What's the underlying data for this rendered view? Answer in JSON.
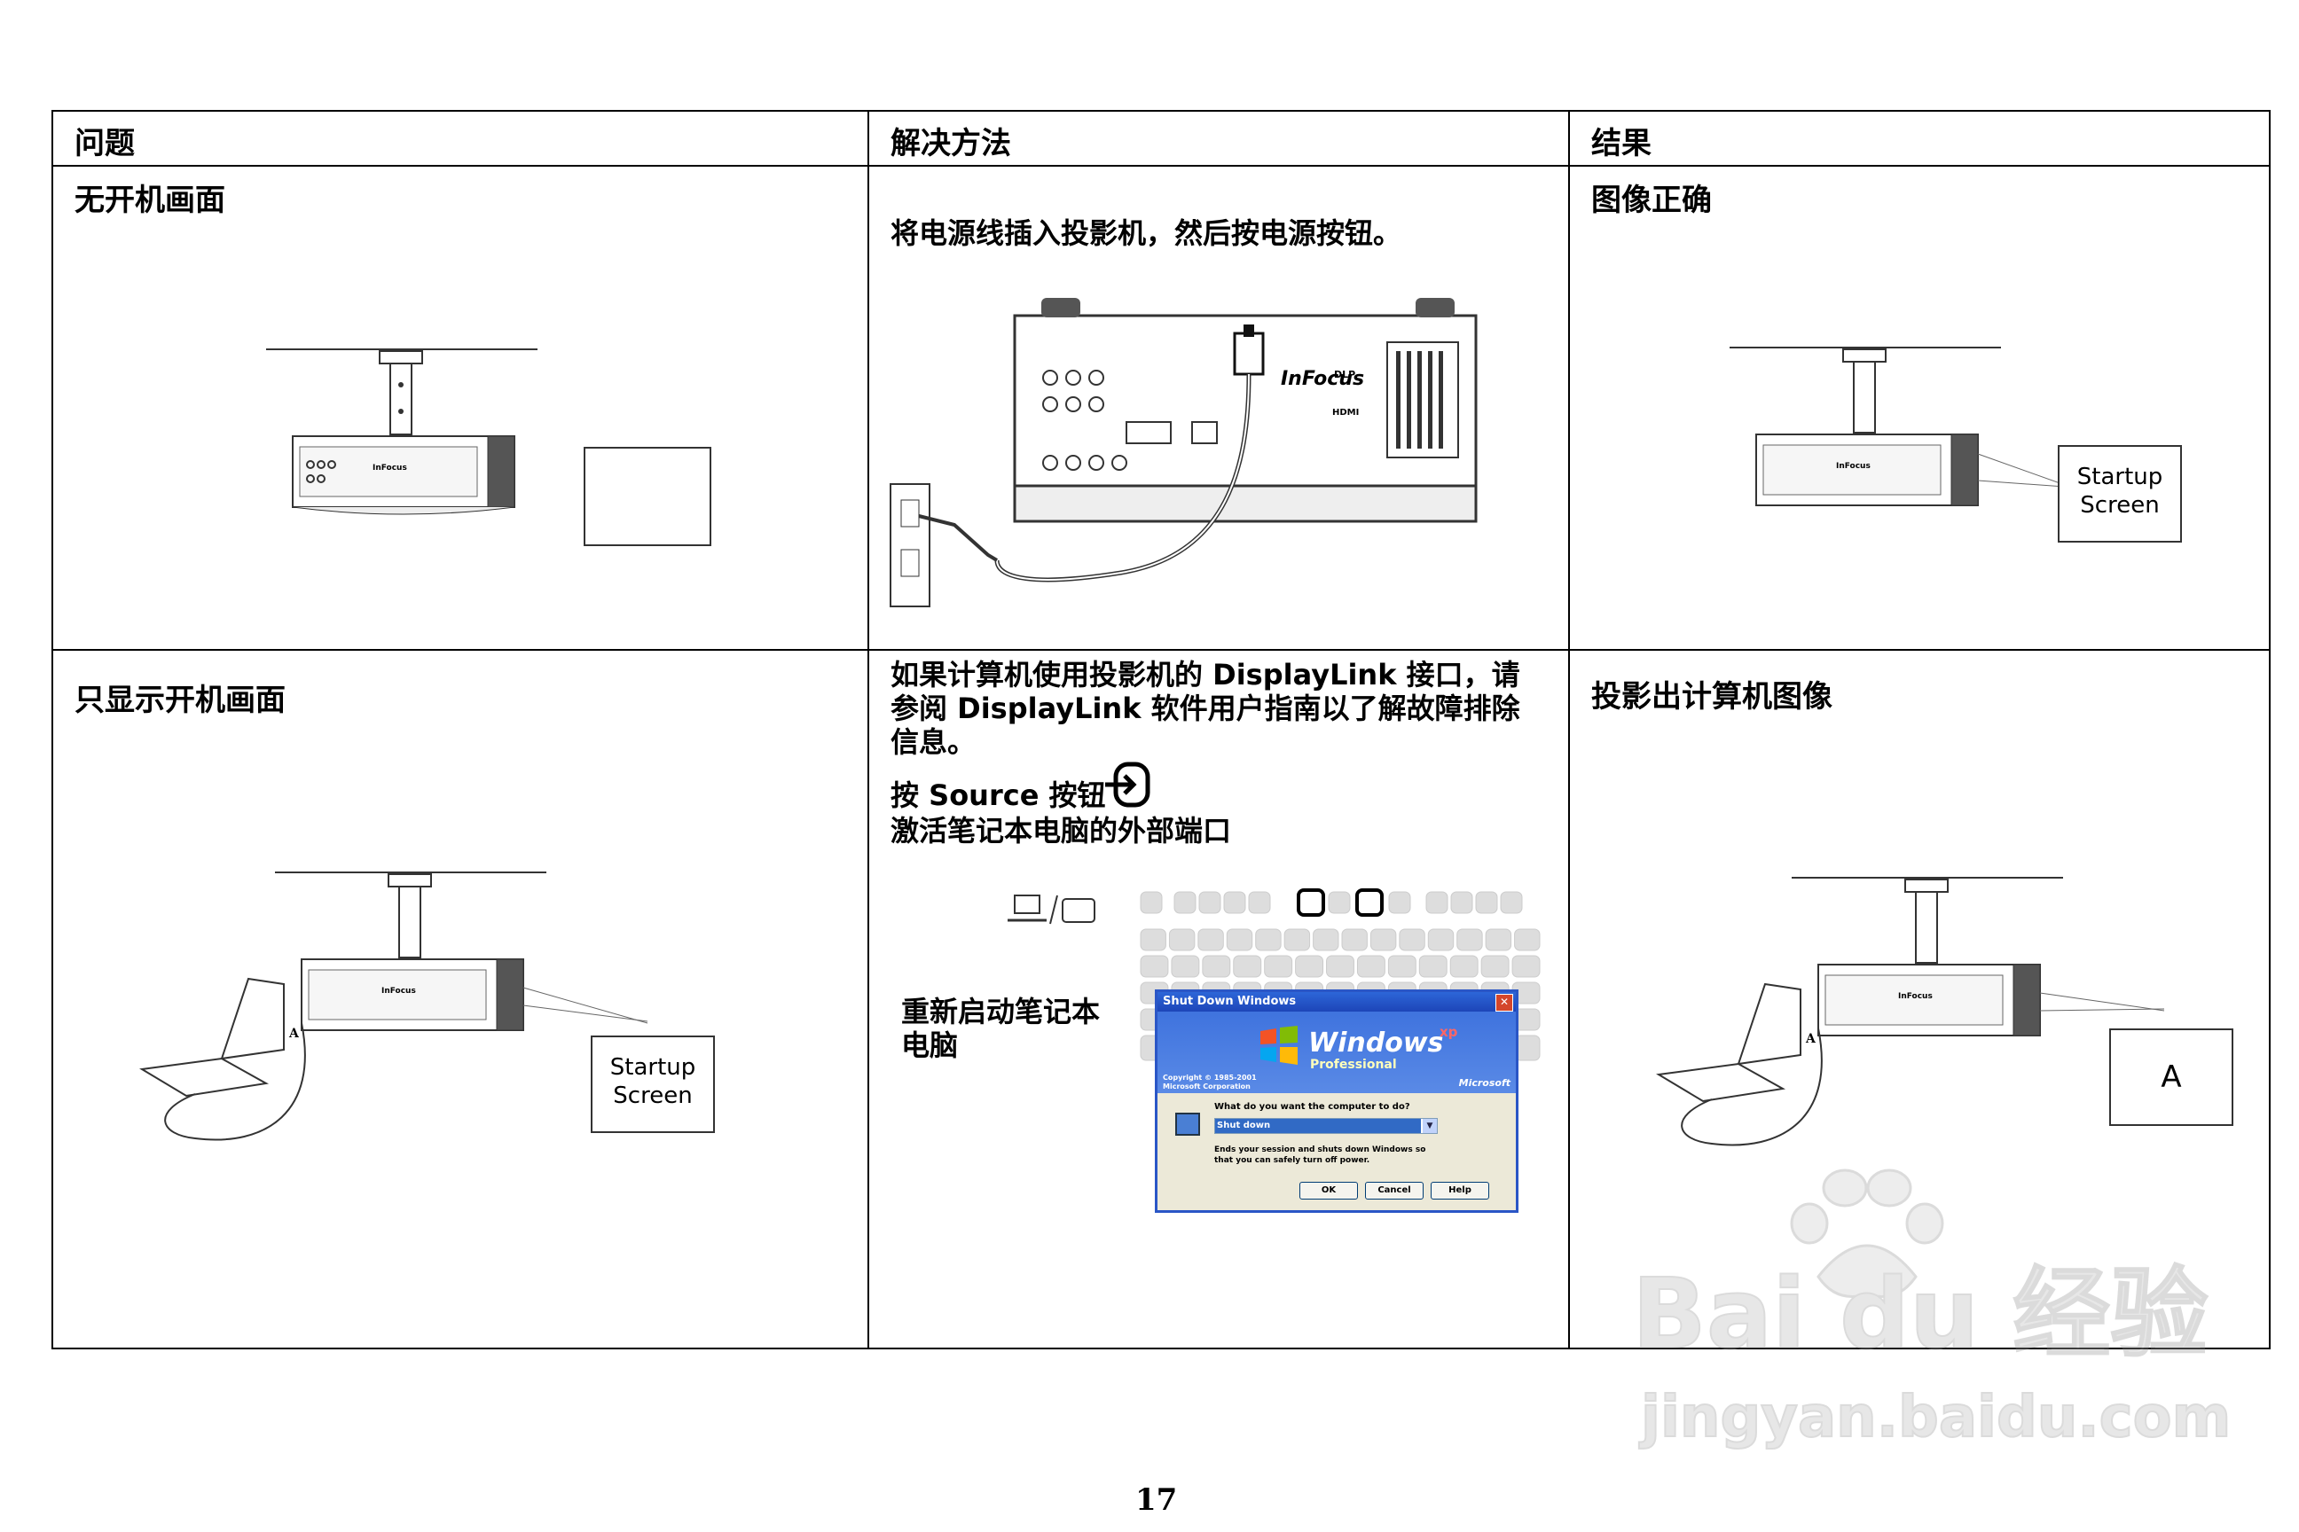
{
  "table": {
    "headers": [
      "问题",
      "解决方法",
      "结果"
    ],
    "rows": [
      {
        "problem": "无开机画面",
        "solution": "将电源线插入投影机，然后按电源按钮。",
        "result": "图像正确",
        "result_screen_line1": "Startup",
        "result_screen_line2": "Screen"
      },
      {
        "problem": "只显示开机画面",
        "problem_screen_line1": "Startup",
        "problem_screen_line2": "Screen",
        "laptop_letter": "A",
        "solution_displaylink_l1": "如果计算机使用投影机的 DisplayLink 接口，请",
        "solution_displaylink_l2": "参阅 DisplayLink 软件用户指南以了解故障排除",
        "solution_displaylink_l3": "信息。",
        "solution_source": "按 Source 按钮",
        "solution_activate": "激活笔记本电脑的外部端口",
        "solution_restart_l1": "重新启动笔记本",
        "solution_restart_l2": "电脑",
        "result": "投影出计算机图像",
        "result_screen_letter": "A",
        "result_laptop_letter": "A"
      }
    ]
  },
  "projector_brand": "InFocus",
  "projector_labels": {
    "dlp": "DLP",
    "hdmi": "HDMI"
  },
  "xp_dialog": {
    "title": "Shut Down Windows",
    "close": "✕",
    "windows": "Windows",
    "xp": "xp",
    "edition": "Professional",
    "copyright_l1": "Copyright © 1985-2001",
    "copyright_l2": "Microsoft Corporation",
    "microsoft": "Microsoft",
    "question": "What do you want the computer to do?",
    "selected": "Shut down",
    "description": "Ends your session and shuts down Windows so that you can safely turn off power.",
    "ok": "OK",
    "cancel": "Cancel",
    "help": "Help"
  },
  "page_number": "17",
  "watermark": {
    "line1": "Bai du 经验",
    "line2": "jingyan.baidu.com"
  }
}
